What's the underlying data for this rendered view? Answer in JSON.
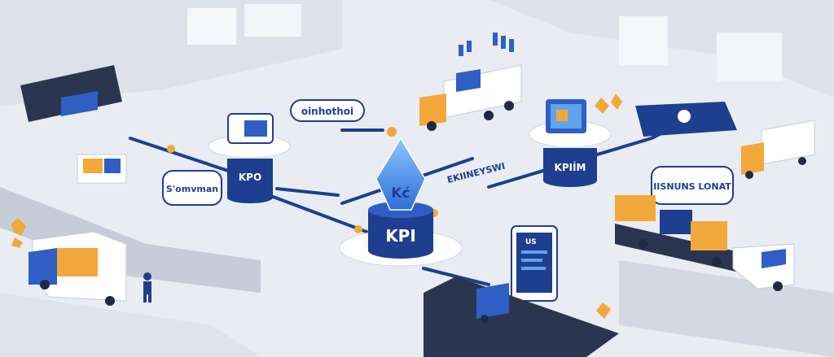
{
  "labels": {
    "top_callout": "oinhothoi",
    "left_callout": "S'omvman",
    "center_top": "Kć",
    "center_base": "KPI",
    "express": "EKIINEYSWI",
    "right_pillar": "KPIÍM",
    "right_callout": "IISNUNS LONAT",
    "left_pillar": "KPO",
    "tablet_head": "US"
  },
  "colors": {
    "navy": "#1e3f8f",
    "blue": "#2f5fc4",
    "light_blue": "#5fa3ec",
    "orange": "#f2a83a",
    "floor": "#e6e9f0",
    "wall": "#d8dce6"
  }
}
